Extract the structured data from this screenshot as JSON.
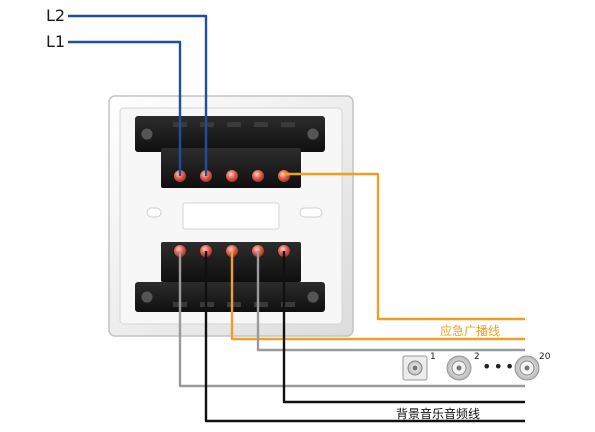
{
  "diagram": {
    "line_labels": {
      "l2": "L2",
      "l1": "L1"
    },
    "wire_labels": {
      "emergency": "应急广播线",
      "background": "背景音乐音频线"
    },
    "speakers": [
      {
        "number": "1"
      },
      {
        "number": "2"
      },
      {
        "number": "20"
      }
    ],
    "ellipsis": "•••",
    "colors": {
      "l1": "#1f4f9b",
      "l2": "#1f4f9b",
      "emergency": "#f0a020",
      "background_gray": "#9b9b9b",
      "background_black": "#111111",
      "box": "#f4f4f4",
      "terminal_block": "#1e1e1e",
      "terminal_screw": "#d95a4a"
    },
    "icons": [
      "junction-box",
      "terminal-block",
      "terminal-screw",
      "speaker-icon"
    ]
  }
}
